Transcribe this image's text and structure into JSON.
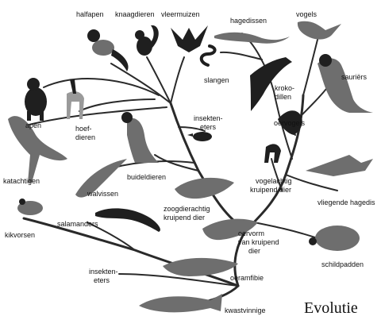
{
  "title": "Evolutie",
  "labels": {
    "halfapen": "halfapen",
    "knaagdieren": "knaagdieren",
    "vleermuizen": "vleermuizen",
    "hagedissen": "hagedissen",
    "vogels": "vogels",
    "sauriers": "sauriërs",
    "slangen": "slangen",
    "krokodillen_1": "kroko-",
    "krokodillen_2": "dillen",
    "apen": "apen",
    "hoefdieren_1": "hoef-",
    "hoefdieren_2": "dieren",
    "insekteneters_top_1": "insekten-",
    "insekteneters_top_2": "eters",
    "oervogels": "oervogels",
    "katachtigen": "katachtigen",
    "buideldieren": "buideldieren",
    "walvissen": "walvissen",
    "vogelachtig_1": "vogelachtig",
    "vogelachtig_2": "kruipend dier",
    "vliegende_hagedis": "vliegende hagedis",
    "zoogdierachtig_1": "zoogdierachtig",
    "zoogdierachtig_2": "kruipend dier",
    "kikvorsen": "kikvorsen",
    "salamanders": "salamanders",
    "oervorm_1": "oervorm",
    "oervorm_2": "van kruipend",
    "oervorm_3": "dier",
    "schildpadden": "schildpadden",
    "insekteneters_bottom_1": "insekten-",
    "insekteneters_bottom_2": "eters",
    "oeramfibie": "oeramfibie",
    "kwastvinnige": "kwastvinnige"
  }
}
